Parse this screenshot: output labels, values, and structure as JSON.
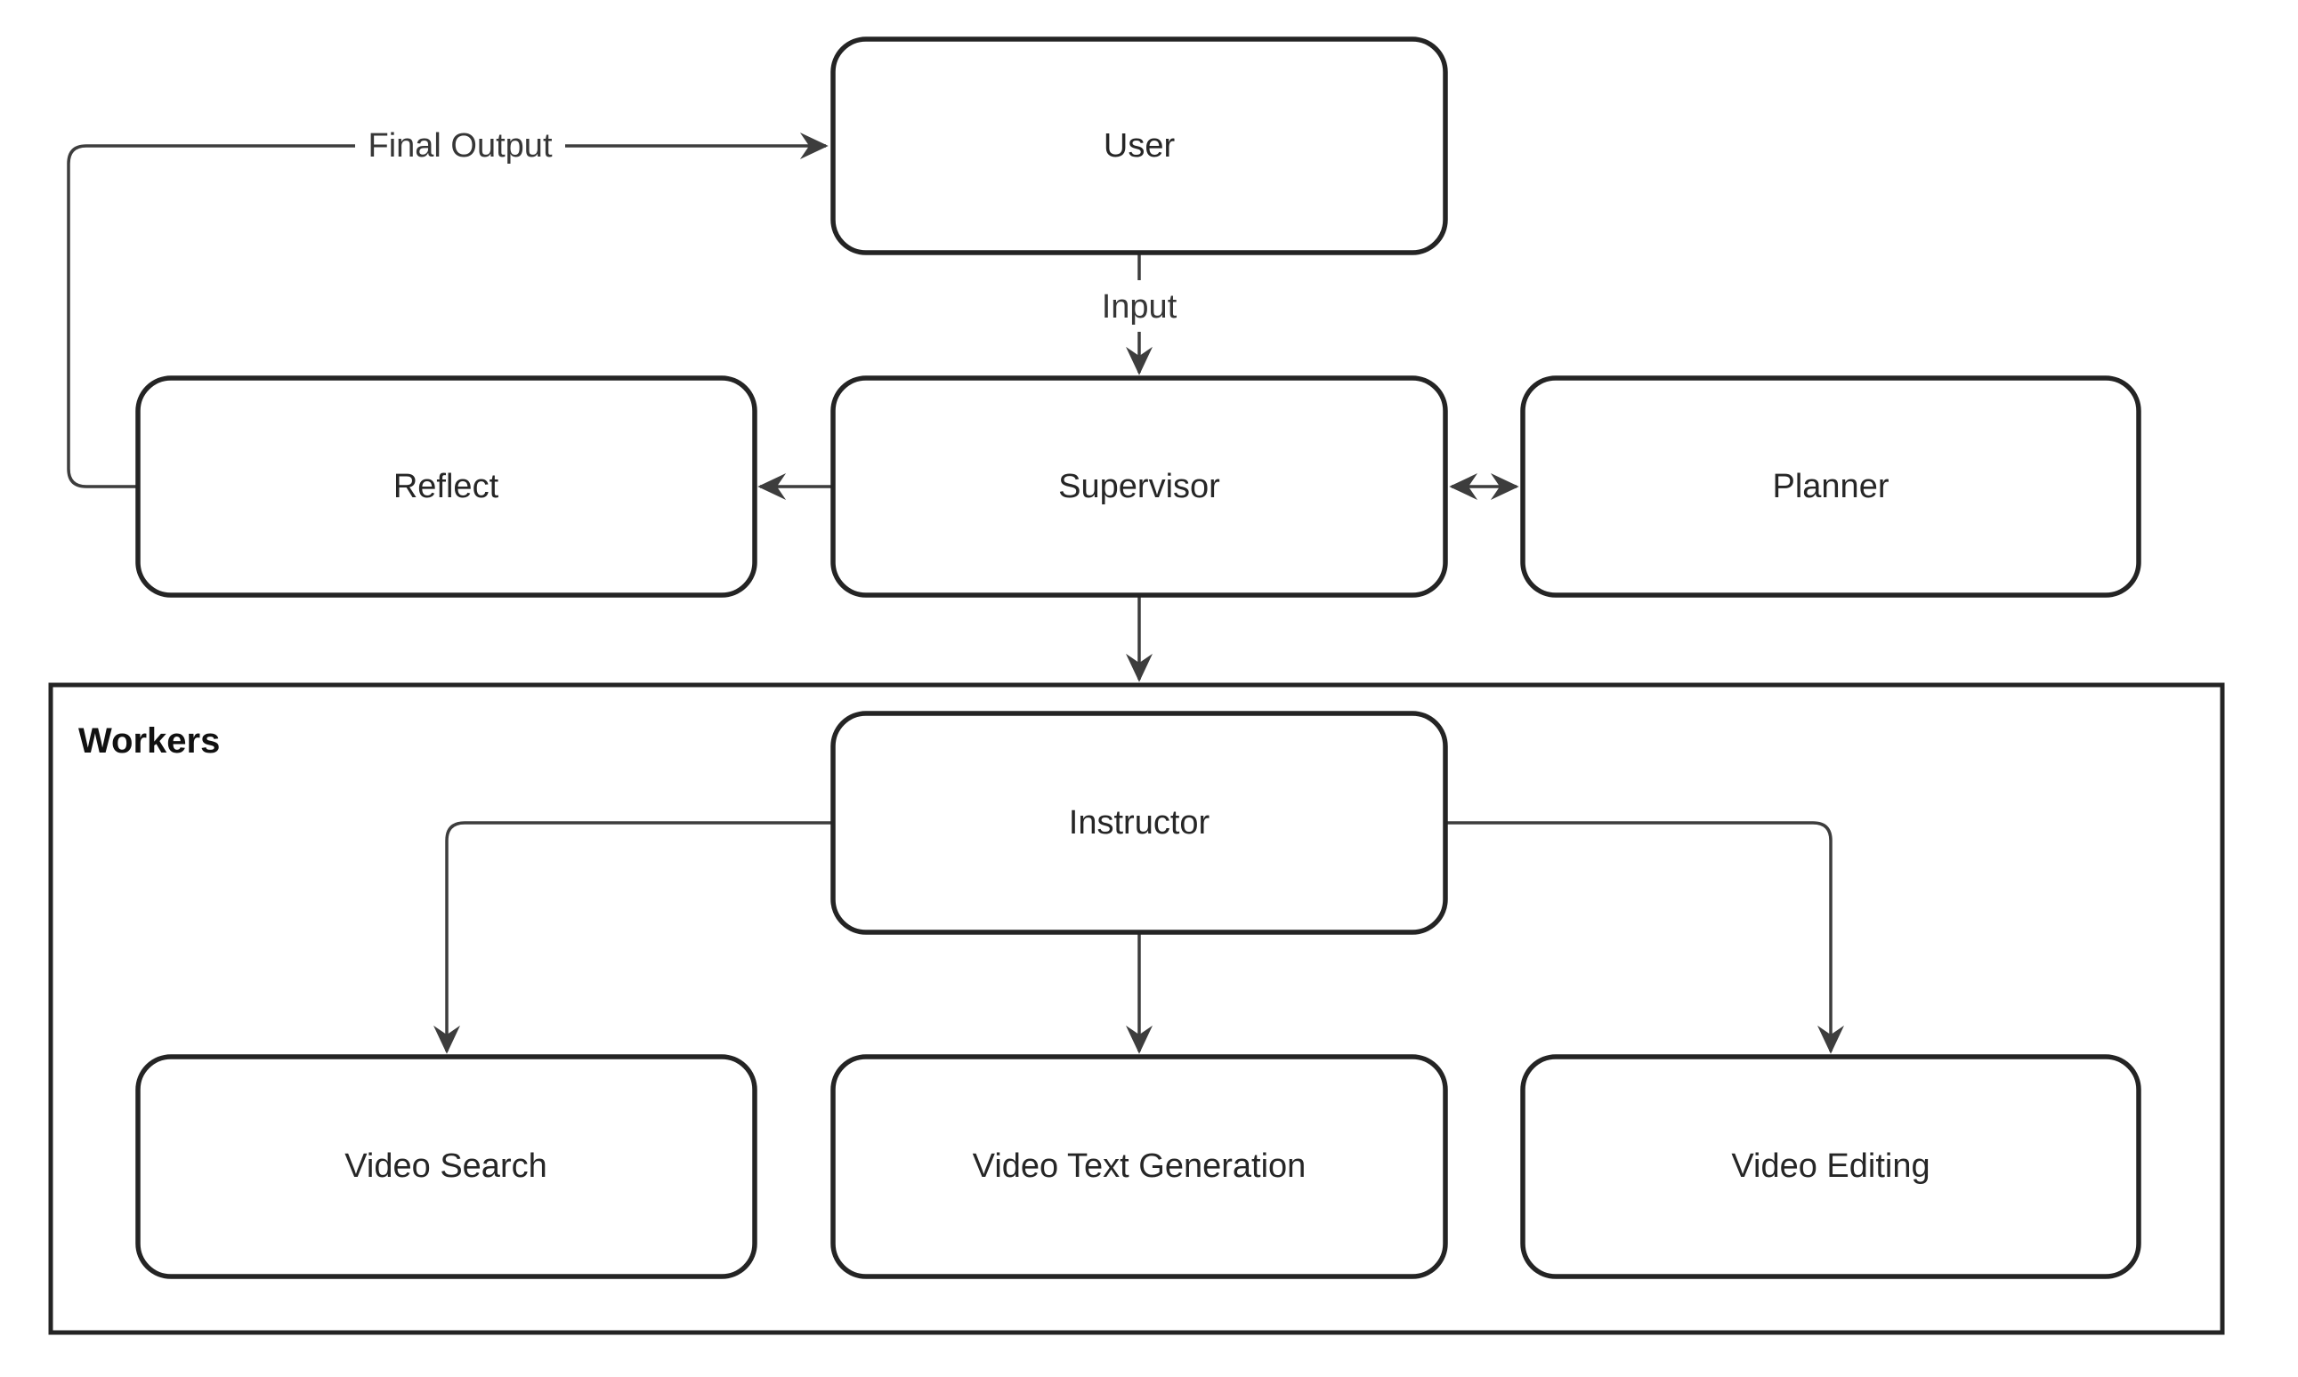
{
  "diagram": {
    "type": "flowchart",
    "nodes": {
      "user": {
        "label": "User"
      },
      "reflect": {
        "label": "Reflect"
      },
      "supervisor": {
        "label": "Supervisor"
      },
      "planner": {
        "label": "Planner"
      },
      "instructor": {
        "label": "Instructor"
      },
      "video_search": {
        "label": "Video Search"
      },
      "video_text_generation": {
        "label": "Video Text Generation"
      },
      "video_editing": {
        "label": "Video Editing"
      }
    },
    "group": {
      "workers": {
        "label": "Workers"
      }
    },
    "edges": [
      {
        "from": "Reflect",
        "to": "User",
        "label": "Final Output",
        "arrow": "end"
      },
      {
        "from": "User",
        "to": "Supervisor",
        "label": "Input",
        "arrow": "end"
      },
      {
        "from": "Supervisor",
        "to": "Reflect",
        "label": "",
        "arrow": "end"
      },
      {
        "from": "Supervisor",
        "to": "Planner",
        "label": "",
        "arrow": "both"
      },
      {
        "from": "Supervisor",
        "to": "Workers",
        "label": "",
        "arrow": "end"
      },
      {
        "from": "Instructor",
        "to": "Video Search",
        "label": "",
        "arrow": "end"
      },
      {
        "from": "Instructor",
        "to": "Video Text Generation",
        "label": "",
        "arrow": "end"
      },
      {
        "from": "Instructor",
        "to": "Video Editing",
        "label": "",
        "arrow": "end"
      }
    ],
    "colors": {
      "background": "#ffffff",
      "node_fill": "#ffffff",
      "node_stroke": "#242424",
      "edge_stroke": "#3d3d3d",
      "node_text": "#262626",
      "edge_label_text": "#363636",
      "group_label_text": "#111111"
    }
  }
}
